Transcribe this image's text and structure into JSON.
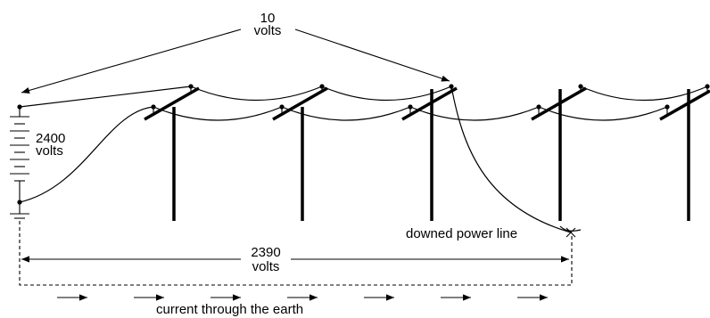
{
  "labels": {
    "top_voltage_value": "10",
    "top_voltage_unit": "volts",
    "source_voltage_value": "2400",
    "source_voltage_unit": "volts",
    "ground_voltage_value": "2390",
    "ground_voltage_unit": "volts",
    "fault_label": "downed power line",
    "earth_current_label": "current through the earth"
  },
  "diagram": {
    "pole_count": 5,
    "earth_current_arrow_count": 7,
    "line_color": "#000000",
    "background": "#ffffff"
  }
}
